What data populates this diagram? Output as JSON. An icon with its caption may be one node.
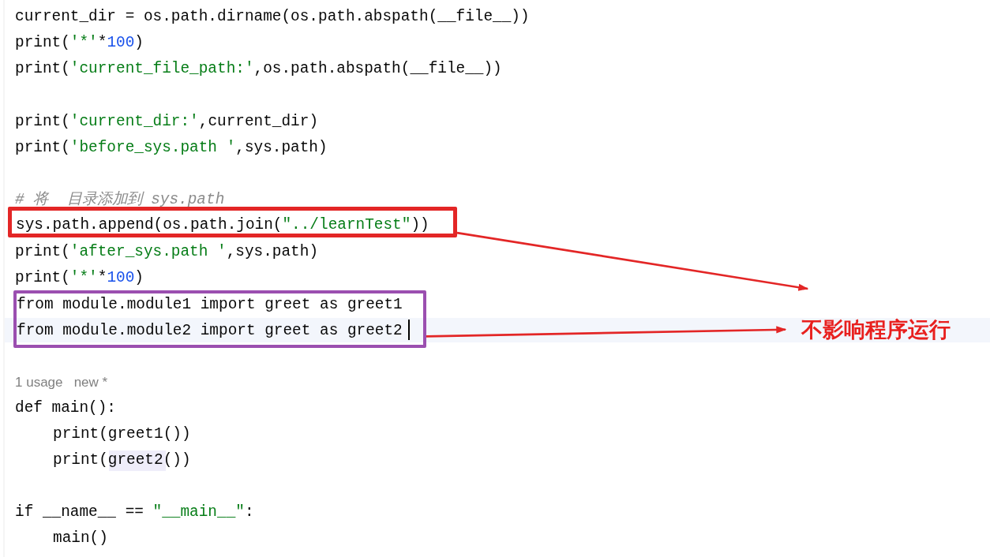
{
  "diagram": {
    "nodes": [
      {
        "text": [
          "sys.path.append(os.path.join(\"../learnTest\"))"
        ]
      },
      {
        "text": [
          "from module.module1 import greet as greet1",
          "from module.module2 import greet as greet2"
        ]
      },
      {
        "text": [
          "不影响程序运行"
        ]
      }
    ],
    "edges": [
      {
        "from": 0,
        "to": 2,
        "arrow": "to"
      },
      {
        "from": 1,
        "to": 2,
        "arrow": "to"
      }
    ],
    "labels": [
      "current_dir = os.path.dirname(os.path.abspath(__file__))",
      "print('*'*100)",
      "print('current_file_path:',os.path.abspath(__file__))",
      "print('current_dir:',current_dir)",
      "print('before_sys.path ',sys.path)",
      "# 将  目录添加到 sys.path",
      "print('after_sys.path ',sys.path)",
      "print('*'*100)",
      "1 usage   new *",
      "def main():",
      "print(greet1())",
      "print(greet2())",
      "if __name__ == \"__main__\":",
      "main()"
    ]
  }
}
